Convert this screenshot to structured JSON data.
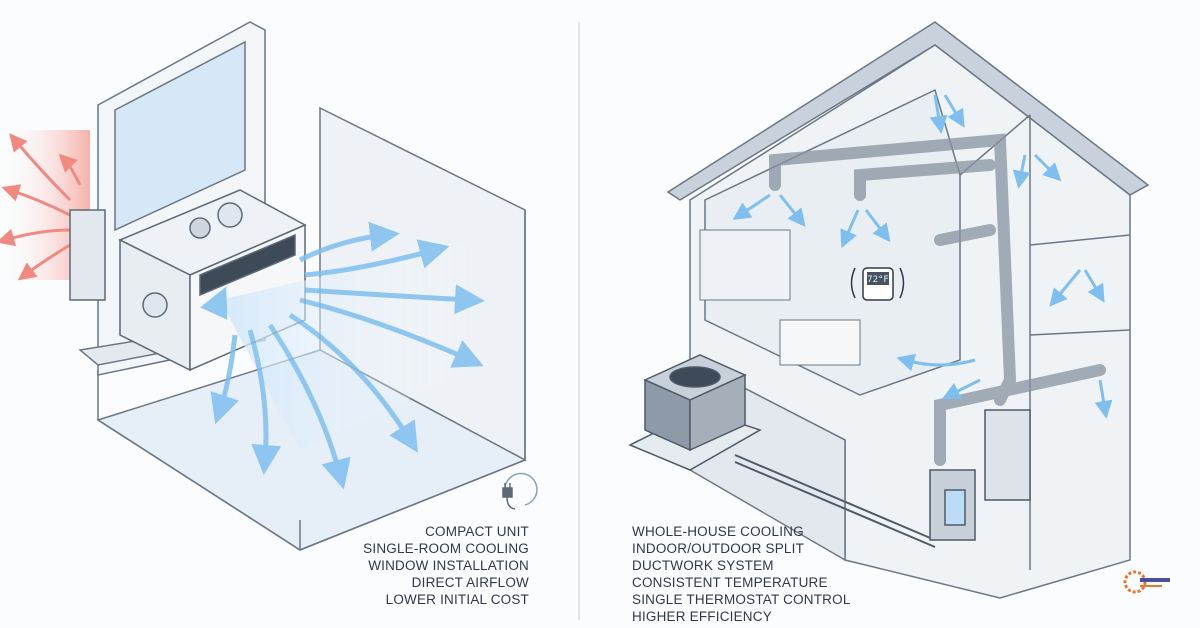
{
  "left_panel": {
    "features": [
      "COMPACT UNIT",
      "SINGLE-ROOM COOLING",
      "WINDOW INSTALLATION",
      "DIRECT AIRFLOW",
      "LOWER INITIAL COST"
    ],
    "icon": "power-plug-icon"
  },
  "right_panel": {
    "features": [
      "WHOLE-HOUSE COOLING",
      "INDOOR/OUTDOOR SPLIT",
      "DUCTWORK SYSTEM",
      "CONSISTENT TEMPERATURE",
      "SINGLE THERMOSTAT CONTROL",
      "HIGHER EFFICIENCY"
    ],
    "thermostat_display": "72°F"
  },
  "colors": {
    "cool_air": "#7fbff0",
    "hot_air": "#f08a80",
    "line": "#6b7785",
    "wall": "#e9eef3"
  }
}
